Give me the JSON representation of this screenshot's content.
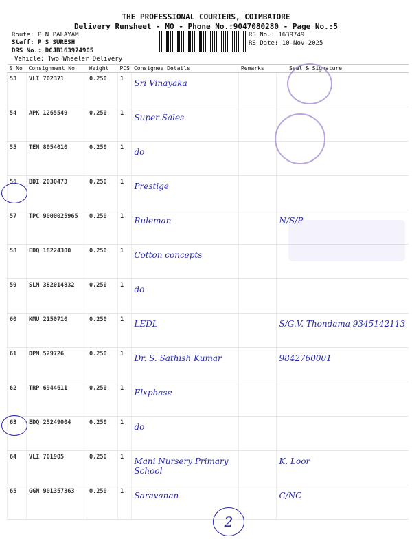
{
  "header": {
    "company": "THE PROFESSIONAL COURIERS, COIMBATORE",
    "subtitle": "Delivery Runsheet - MO - Phone No.:9047080280 - Page No.:5",
    "route": "Route: P N PALAYAM",
    "staff": "Staff: P S SURESH",
    "drs": "DRS No.: DCJB163974905",
    "vehicle": "Vehicle: Two Wheeler Delivery",
    "rs_no": "RS No.: 1639749",
    "rs_date": "RS Date: 10-Nov-2025"
  },
  "columns": {
    "sno": "S No",
    "consignment": "Consignment No",
    "weight": "Weight",
    "pcs": "PCS",
    "consignee": "Consignee Details",
    "remarks": "Remarks",
    "seal": "Seal & Signature"
  },
  "rows": [
    {
      "sno": "53",
      "cn": "VLI 702371",
      "wt": "0.250",
      "pcs": "1",
      "consignee": "Sri Vinayaka",
      "seal": ""
    },
    {
      "sno": "54",
      "cn": "APK 1265549",
      "wt": "0.250",
      "pcs": "1",
      "consignee": "Super Sales",
      "seal": ""
    },
    {
      "sno": "55",
      "cn": "TEN 8054010",
      "wt": "0.250",
      "pcs": "1",
      "consignee": "do",
      "seal": ""
    },
    {
      "sno": "56",
      "cn": "BDI 2030473",
      "wt": "0.250",
      "pcs": "1",
      "consignee": "Prestige",
      "seal": ""
    },
    {
      "sno": "57",
      "cn": "TPC 9000025965",
      "wt": "0.250",
      "pcs": "1",
      "consignee": "Ruleman",
      "seal": "N/S/P"
    },
    {
      "sno": "58",
      "cn": "EDQ 18224300",
      "wt": "0.250",
      "pcs": "1",
      "consignee": "Cotton concepts",
      "seal": ""
    },
    {
      "sno": "59",
      "cn": "SLM 382014832",
      "wt": "0.250",
      "pcs": "1",
      "consignee": "do",
      "seal": ""
    },
    {
      "sno": "60",
      "cn": "KMU 2150710",
      "wt": "0.250",
      "pcs": "1",
      "consignee": "LEDL",
      "seal": "S/G.V. Thondama 9345142113"
    },
    {
      "sno": "61",
      "cn": "DPM 529726",
      "wt": "0.250",
      "pcs": "1",
      "consignee": "Dr. S. Sathish Kumar",
      "seal": "9842760001"
    },
    {
      "sno": "62",
      "cn": "TRP 6944611",
      "wt": "0.250",
      "pcs": "1",
      "consignee": "Elxphase",
      "seal": ""
    },
    {
      "sno": "63",
      "cn": "EDQ 25249004",
      "wt": "0.250",
      "pcs": "1",
      "consignee": "do",
      "seal": ""
    },
    {
      "sno": "64",
      "cn": "VLI 701905",
      "wt": "0.250",
      "pcs": "1",
      "consignee": "Mani Nursery Primary School",
      "seal": "K. Loor"
    },
    {
      "sno": "65",
      "cn": "GGN 901357363",
      "wt": "0.250",
      "pcs": "1",
      "consignee": "Saravanan",
      "seal": "C/NC"
    }
  ],
  "footer_mark": "2",
  "ink_color": "#2a2aa8"
}
